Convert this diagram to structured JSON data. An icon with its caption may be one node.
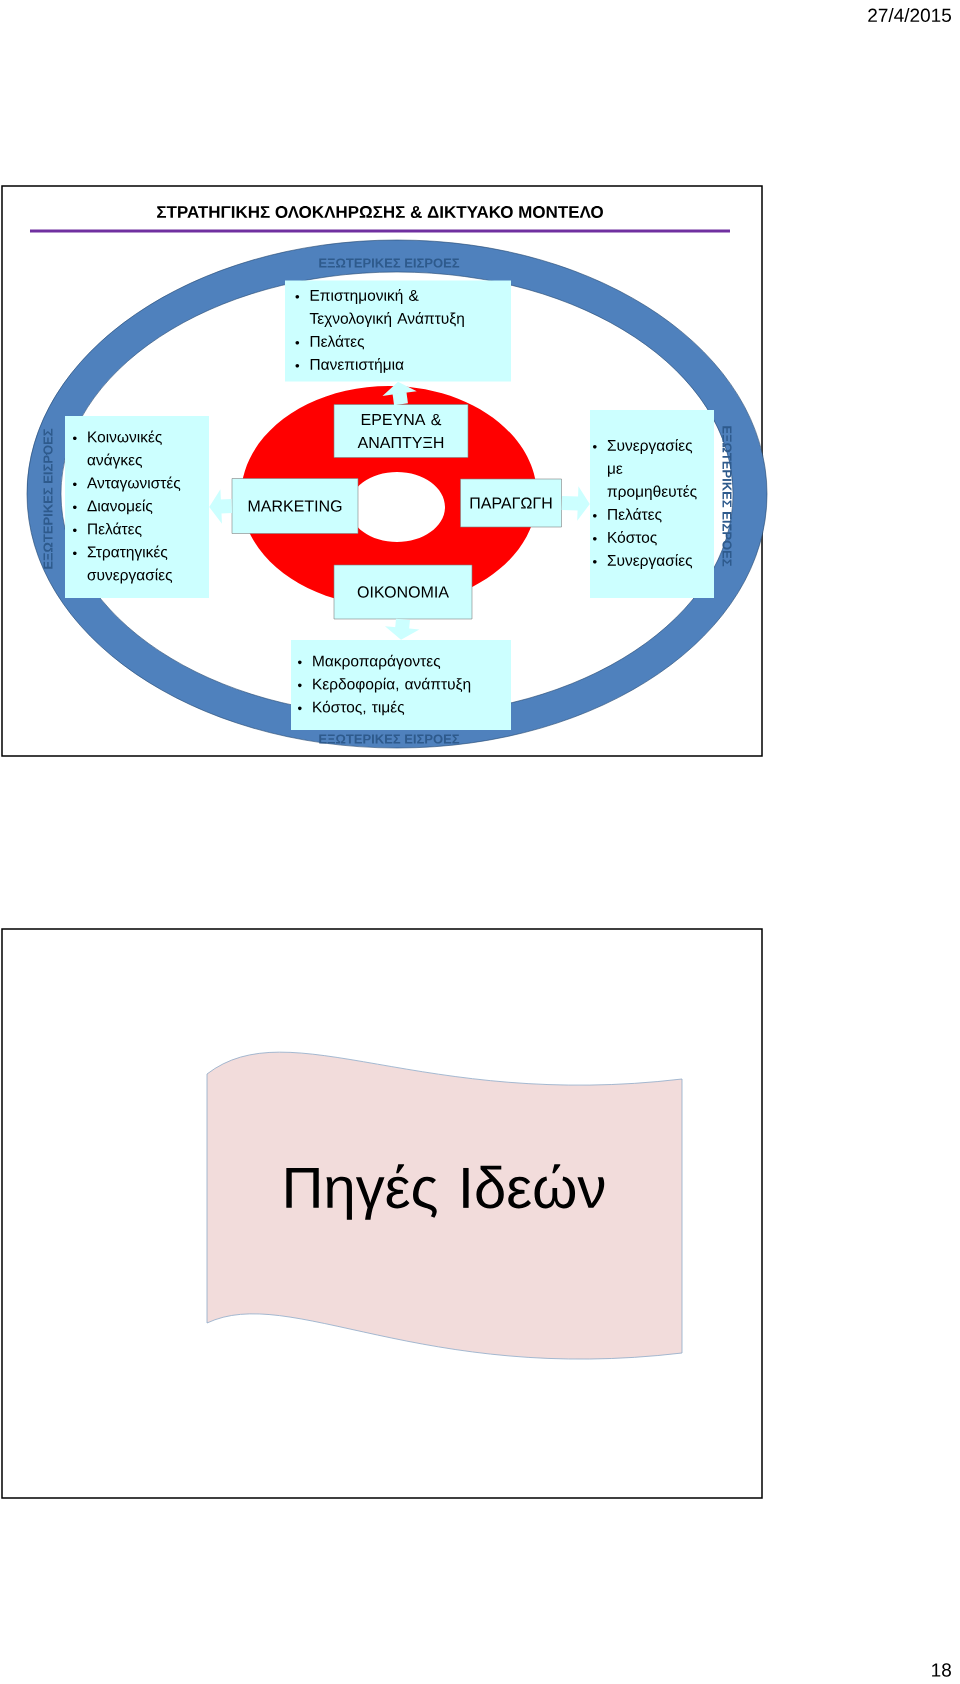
{
  "diagram": {
    "title": "ΣΤΡΑΤΗΓΙΚΗΣ ΟΛΟΚΛΗΡΩΣΗΣ & ΔΙΚΤΥΑΚΟ ΜΟΝΤΕΛΟ",
    "nodes": [
      {
        "text": [
          "Επιστημονική & Τεχνολογική Ανάπτυξη",
          "Πελάτες",
          "Πανεπιστήμια"
        ]
      },
      {
        "text": [
          "ΕΡΕΥΝΑ & ΑΝΑΠΤΥΞΗ"
        ]
      },
      {
        "text": [
          "Κοινωνικές ανάγκες",
          "Ανταγωνιστές",
          "Διανομείς",
          "Πελάτες",
          "Στρατηγικές συνεργασίες"
        ]
      },
      {
        "text": [
          "MARKETING"
        ]
      },
      {
        "text": [
          "ΠΑΡΑΓΩΓΗ"
        ]
      },
      {
        "text": [
          "Συνεργασίες με προμηθευτές",
          "Πελάτες",
          "Κόστος",
          "Συνεργασίες"
        ]
      },
      {
        "text": [
          "ΟΙΚΟΝΟΜΙΑ"
        ]
      },
      {
        "text": [
          "Μακροπαράγοντες",
          "Κερδοφορία, ανάπτυξη",
          "Κόστος, τιμές"
        ]
      },
      {
        "text": [
          "Πηγές Ιδεών"
        ]
      }
    ],
    "edges": [
      {
        "from": 1,
        "to": 0,
        "arrow": "to"
      },
      {
        "from": 3,
        "to": 2,
        "arrow": "to"
      },
      {
        "from": 4,
        "to": 5,
        "arrow": "to"
      },
      {
        "from": 6,
        "to": 7,
        "arrow": "to"
      }
    ],
    "labels": [
      "27/4/2015",
      "ΕΞΩΤΕΡΙΚΕΣ ΕΙΣΡΟΕΣ",
      "ΕΞΩΤΕΡΙΚΕΣ ΕΙΣΡΟΕΣ",
      "ΕΞΩΤΕΡΙΚΕΣ ΕΙΣΡΟΕΣ",
      "ΕΞΩΤΕΡΙΚΕΣ ΕΙΣΡΟΕΣ",
      "18"
    ]
  }
}
